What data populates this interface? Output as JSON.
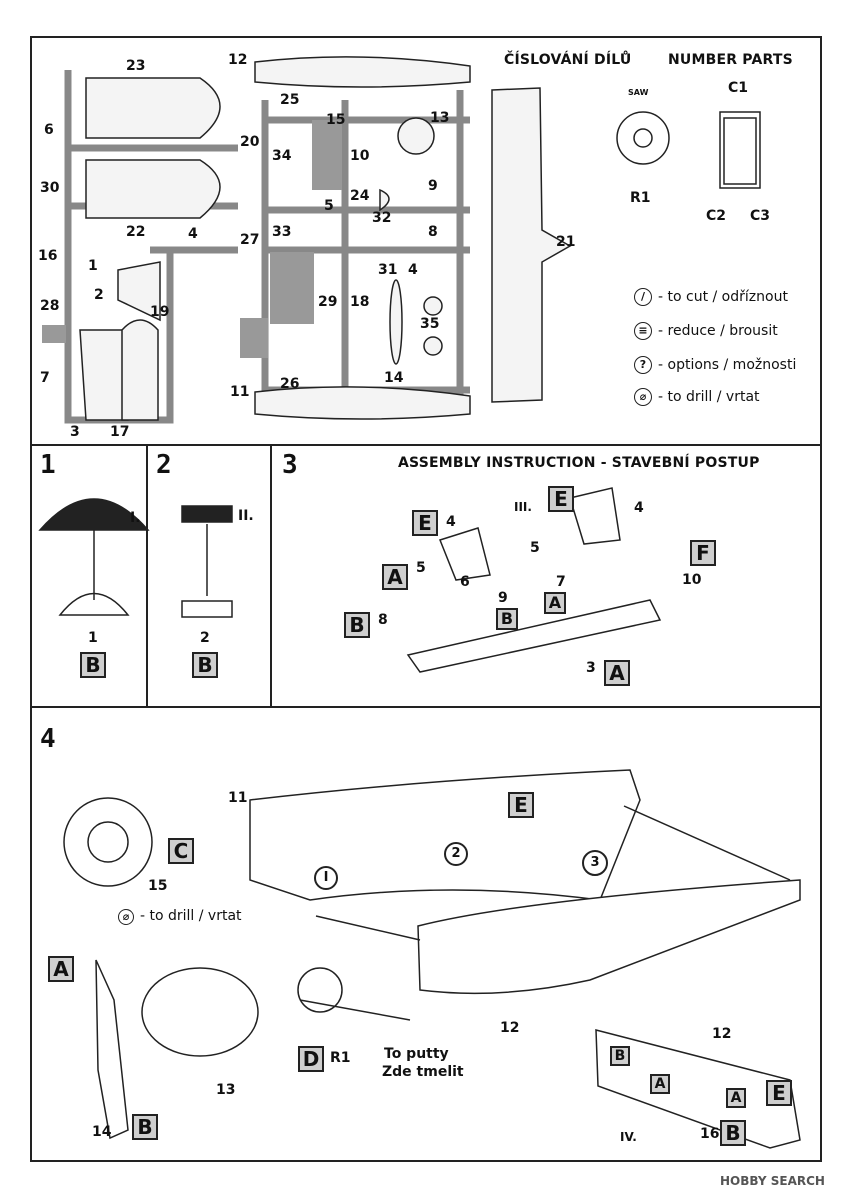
{
  "header": {
    "title_cz": "ČÍSLOVÁNÍ DÍLŮ",
    "title_en": "NUMBER PARTS"
  },
  "parts": {
    "labels": [
      "23",
      "6",
      "30",
      "22",
      "4",
      "16",
      "1",
      "2",
      "28",
      "19",
      "7",
      "3",
      "17",
      "12",
      "25",
      "15",
      "20",
      "34",
      "10",
      "13",
      "9",
      "24",
      "5",
      "32",
      "8",
      "33",
      "27",
      "21",
      "31",
      "4",
      "29",
      "18",
      "35",
      "14",
      "11",
      "26"
    ],
    "resin": {
      "r1": "R1",
      "saw": "SAW",
      "c1": "C1",
      "c2": "C2",
      "c3": "C3"
    }
  },
  "legend": {
    "cut": "- to cut / odříznout",
    "reduce": "- reduce / brousit",
    "options": "- options / možnosti",
    "drill": "- to drill / vrtat",
    "options_glyph": "?"
  },
  "steps": {
    "s1": {
      "number": "1",
      "roman": "I.",
      "part": "1",
      "box": "B"
    },
    "s2": {
      "number": "2",
      "roman": "II.",
      "part": "2",
      "box": "B"
    },
    "s3": {
      "number": "3",
      "title": "ASSEMBLY INSTRUCTION - STAVEBNÍ POSTUP",
      "roman": "III.",
      "labels": {
        "e1": "E",
        "n4a": "4",
        "e2": "E",
        "n4b": "4",
        "a1": "A",
        "n5a": "5",
        "n6": "6",
        "n5b": "5",
        "n7": "7",
        "a2": "A",
        "n9": "9",
        "b1": "B",
        "b2": "B",
        "n8": "8",
        "f": "F",
        "n10": "10",
        "n3": "3",
        "a3": "A"
      }
    },
    "s4": {
      "number": "4",
      "labels": {
        "n11": "11",
        "e": "E",
        "c": "C",
        "n15": "15",
        "drill": "- to drill / vrtat",
        "a": "A",
        "d": "D",
        "r1": "R1",
        "n13": "13",
        "n14": "14",
        "b": "B",
        "n12a": "12",
        "putty_en": "To putty",
        "putty_cz": "Zde tmelit",
        "n12b": "12",
        "iv": "IV.",
        "n16": "16",
        "b2": "B",
        "e2": "E",
        "a2": "A",
        "a3": "A",
        "b3": "B"
      },
      "circled": [
        "I",
        "2",
        "3"
      ]
    }
  },
  "watermark": "HOBBY SEARCH"
}
